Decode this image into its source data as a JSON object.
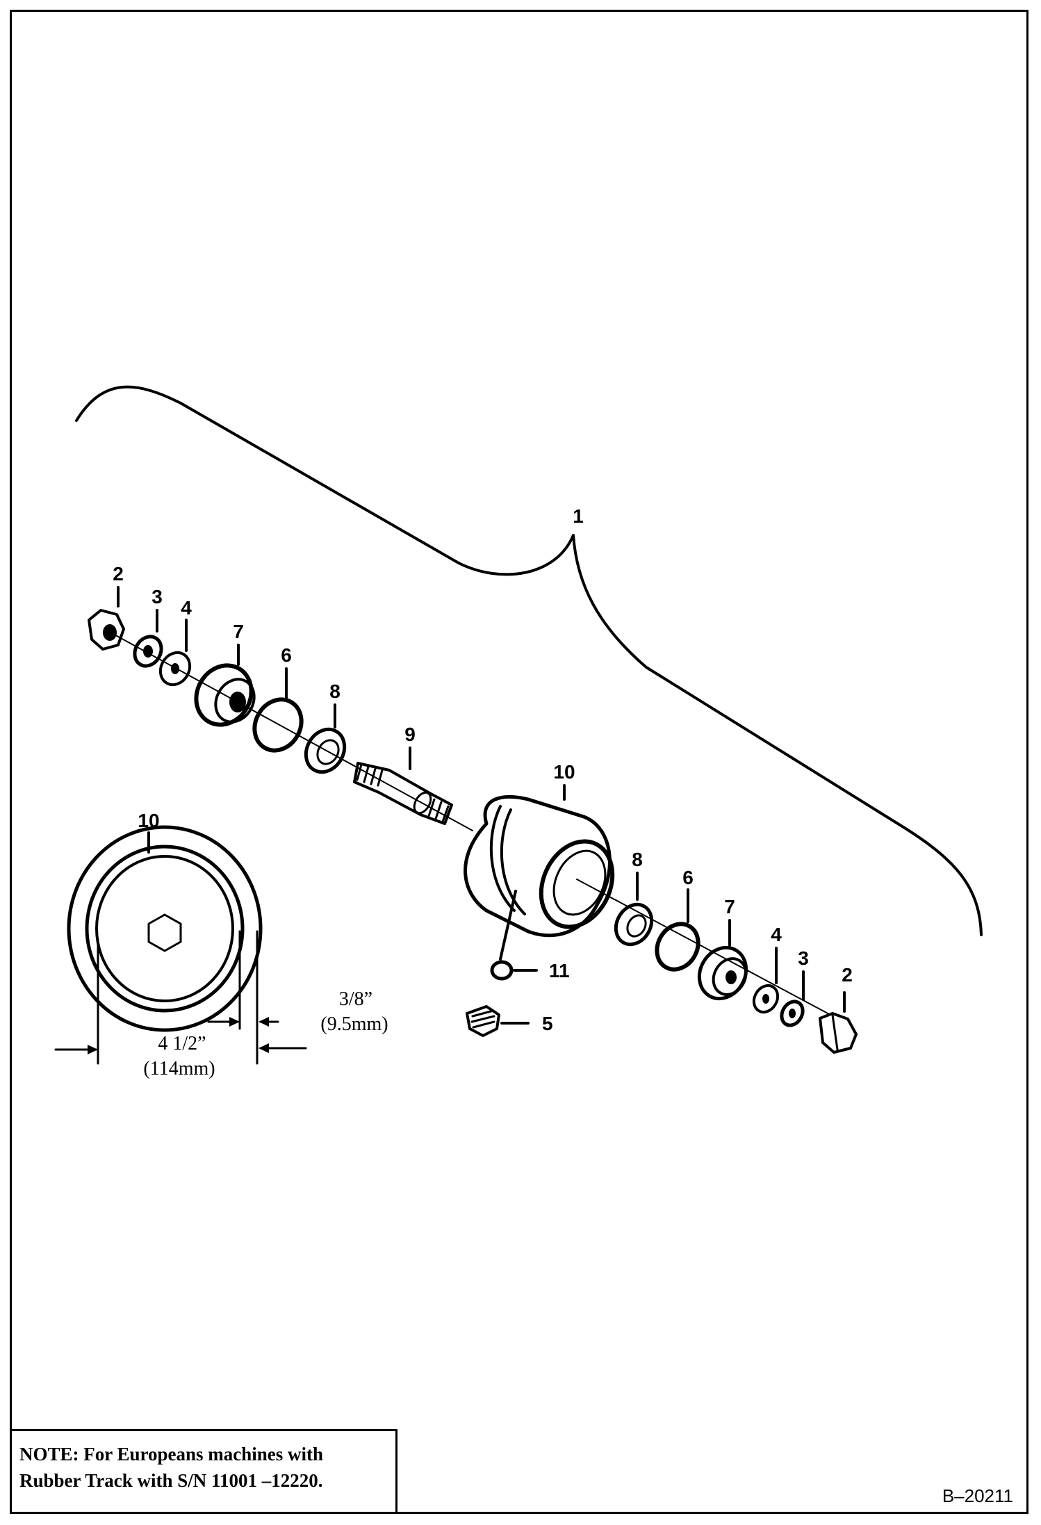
{
  "callouts": {
    "assembly": "1",
    "nut_left": "2",
    "washer3_left": "3",
    "washer4_left": "4",
    "cap_left": "7",
    "ring_left": "6",
    "bearing_left": "8",
    "shaft": "9",
    "roller": "10",
    "bearing_right": "8",
    "ring_right": "6",
    "cap_right": "7",
    "washer4_right": "4",
    "washer3_right": "3",
    "nut_right": "2",
    "oring": "11",
    "plug": "5",
    "endview": "10"
  },
  "dimensions": {
    "flange": "3/8”",
    "flange_metric": "(9.5mm)",
    "diameter": "4 1/2”",
    "diameter_metric": "(114mm)"
  },
  "note": {
    "line1": "NOTE:  For Europeans machines with",
    "line2": "Rubber  Track with S/N 11001 –12220."
  },
  "figure_id": "B–20211"
}
